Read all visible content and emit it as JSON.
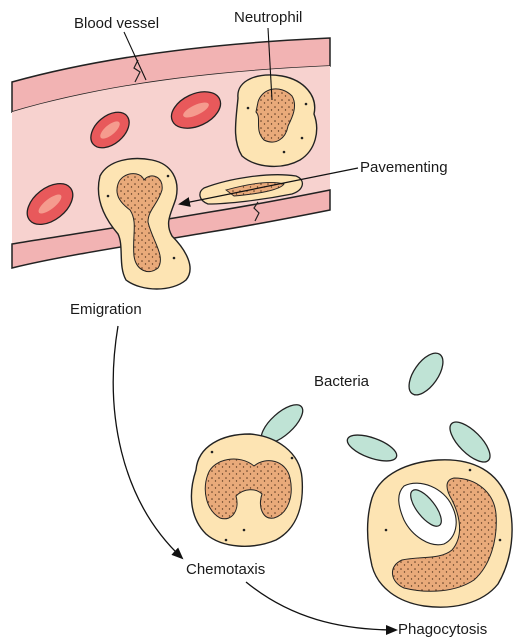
{
  "labels": {
    "blood_vessel": "Blood vessel",
    "neutrophil": "Neutrophil",
    "pavementing": "Pavementing",
    "emigration": "Emigration",
    "bacteria": "Bacteria",
    "chemotaxis": "Chemotaxis",
    "phagocytosis": "Phagocytosis"
  },
  "colors": {
    "vessel_wall": "#f2b3b3",
    "vessel_lumen": "#f7d2cf",
    "cell_cytoplasm": "#fde4b3",
    "nucleus": "#e9aa7a",
    "red_cell": "#e8595b",
    "bacteria": "#bfe3d5",
    "outline": "#222222"
  }
}
